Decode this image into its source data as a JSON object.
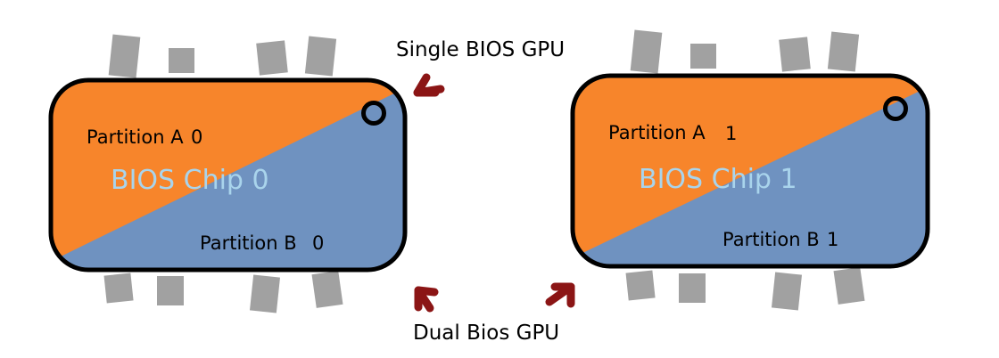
{
  "colors": {
    "partition_a": "#f7852b",
    "partition_b": "#6f92c0",
    "chip_title": "#a9d4ec",
    "arrow": "#8b1515",
    "pin": "#a1a1a1",
    "outline": "#000000"
  },
  "chips": [
    {
      "title": "BIOS Chip 0",
      "partition_a_label": "Partition A",
      "partition_a_value": "0",
      "partition_b_label": "Partition B",
      "partition_b_value": "0"
    },
    {
      "title": "BIOS Chip 1",
      "partition_a_label": "Partition A",
      "partition_a_value": "1",
      "partition_b_label": "Partition B",
      "partition_b_value": "1"
    }
  ],
  "captions": {
    "single": "Single BIOS GPU",
    "dual": "Dual Bios GPU"
  }
}
